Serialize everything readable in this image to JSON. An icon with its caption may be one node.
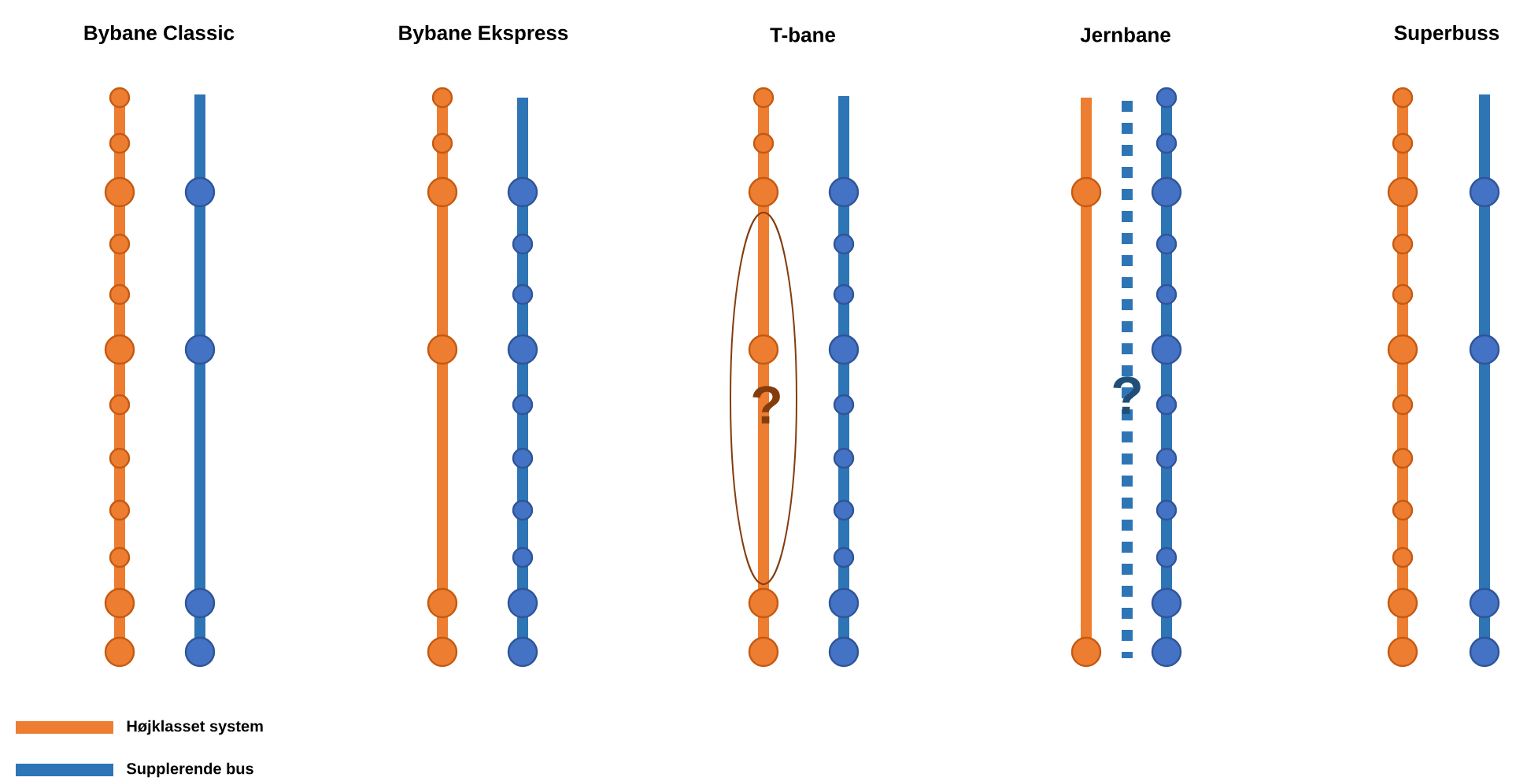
{
  "diagram": {
    "labels": [
      "Bybane Classic",
      "Bybane Ekspress",
      "T-bane",
      "Jernbane",
      "Superbuss",
      "?",
      "?"
    ],
    "legend": [
      {
        "text": "Højklasset system",
        "color": "#ed7d31"
      },
      {
        "text": "Supplerende bus",
        "color": "#2e75b6"
      }
    ]
  }
}
